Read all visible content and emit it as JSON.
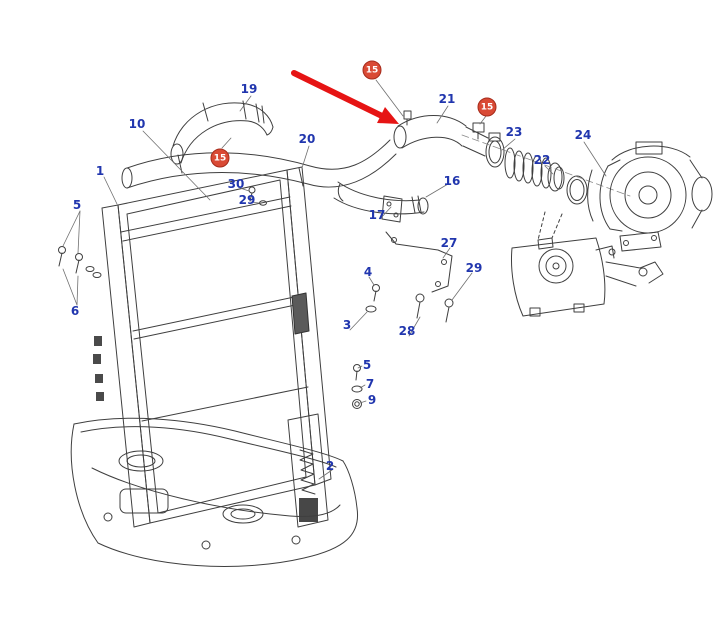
{
  "diagram": {
    "callouts": [
      {
        "label": "19"
      },
      {
        "label": "10"
      },
      {
        "label": "20"
      },
      {
        "label": "21"
      },
      {
        "label": "23"
      },
      {
        "label": "24"
      },
      {
        "label": "22"
      },
      {
        "label": "1"
      },
      {
        "label": "16"
      },
      {
        "label": "30"
      },
      {
        "label": "29"
      },
      {
        "label": "17"
      },
      {
        "label": "5"
      },
      {
        "label": "27"
      },
      {
        "label": "29"
      },
      {
        "label": "4"
      },
      {
        "label": "6"
      },
      {
        "label": "3"
      },
      {
        "label": "28"
      },
      {
        "label": "5"
      },
      {
        "label": "7"
      },
      {
        "label": "9"
      },
      {
        "label": "2"
      }
    ],
    "badges": [
      {
        "label": "15"
      },
      {
        "label": "15"
      },
      {
        "label": "15"
      }
    ],
    "colors": {
      "callout_text": "#2136ae",
      "badge_fill": "#d94a35",
      "badge_text": "#ffffff",
      "arrow": "#e61414",
      "line_art": "#3f3f3f",
      "background": "#ffffff"
    }
  }
}
